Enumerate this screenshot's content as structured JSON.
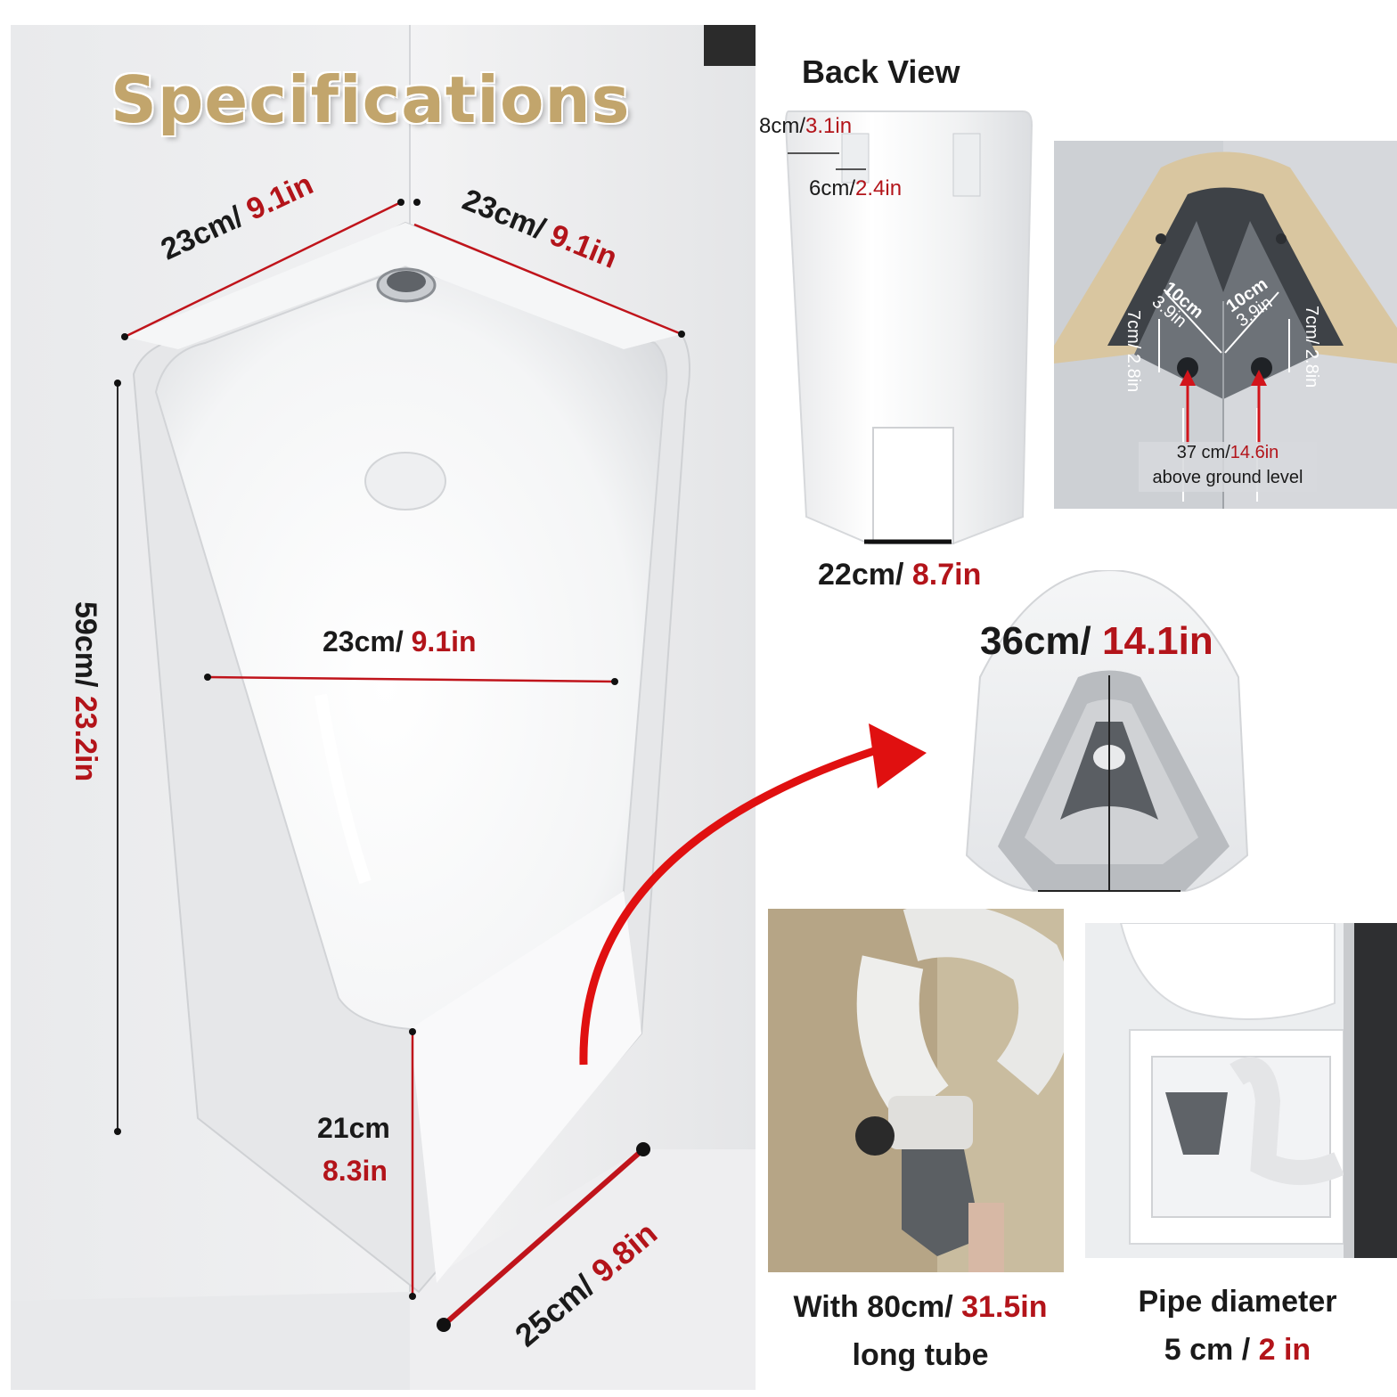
{
  "title": "Specifications",
  "main_photo": {
    "top_left": {
      "cm": "23cm/",
      "in": "9.1in"
    },
    "top_right": {
      "cm": "23cm/",
      "in": "9.1in"
    },
    "height": {
      "cm": "59cm/",
      "in": "23.2in"
    },
    "bowl_width": {
      "cm": "23cm/",
      "in": "9.1in"
    },
    "lower_height": {
      "cm": "21cm",
      "in": "8.3in"
    },
    "bottom": {
      "cm": "25cm/",
      "in": "9.8in"
    }
  },
  "back_view": {
    "title": "Back View",
    "slot_a": {
      "cm": "8cm/",
      "in": "3.1in"
    },
    "slot_b": {
      "cm": "6cm/",
      "in": "2.4in"
    },
    "base": {
      "cm": "22cm/",
      "in": "8.7in"
    }
  },
  "inside_view": {
    "left_diag": {
      "cm": "10cm",
      "in": "3.9in"
    },
    "right_diag": {
      "cm": "10cm",
      "in": "3.9in"
    },
    "left_side": {
      "cm": "7cm/",
      "in": "2.8in"
    },
    "right_side": {
      "cm": "7cm/",
      "in": "2.8in"
    },
    "height_note": {
      "cm": "37 cm/",
      "in": "14.6in",
      "text": "above ground level"
    }
  },
  "top_view": {
    "cm": "36cm/",
    "in": "14.1in"
  },
  "tube": {
    "line1_prefix": "With 80cm/ ",
    "line1_value": "31.5in",
    "line2": "long tube"
  },
  "pipe": {
    "line1": "Pipe diameter",
    "line2_prefix": "5 cm / ",
    "line2_value": "2 in"
  },
  "colors": {
    "accent_red": "#b3141a",
    "title_gold": "#c2a56c"
  }
}
